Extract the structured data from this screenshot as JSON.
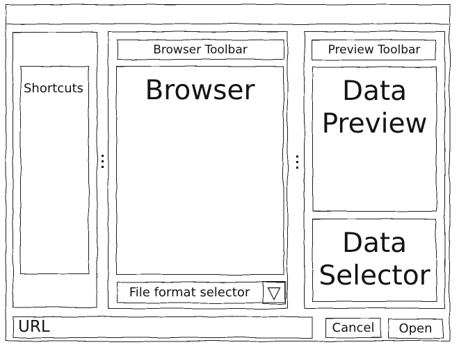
{
  "window": {
    "titlebar_title": "",
    "background": "#ffffff",
    "stroke_color": "#1f1f1f"
  },
  "shortcuts_panel": {
    "label": "Shortcuts"
  },
  "browser_panel": {
    "toolbar_label": "Browser Toolbar",
    "browser_label": "Browser",
    "file_format_selector": {
      "label": "File format selector",
      "dropdown_icon": "▽"
    }
  },
  "preview_panel": {
    "toolbar_label": "Preview Toolbar",
    "data_preview_label": "Data Preview",
    "data_selector_label": "Data Selector"
  },
  "splitters": {
    "drag_dots_icon": "⋮"
  },
  "footer": {
    "url_value": "URL",
    "cancel_label": "Cancel",
    "open_label": "Open"
  }
}
